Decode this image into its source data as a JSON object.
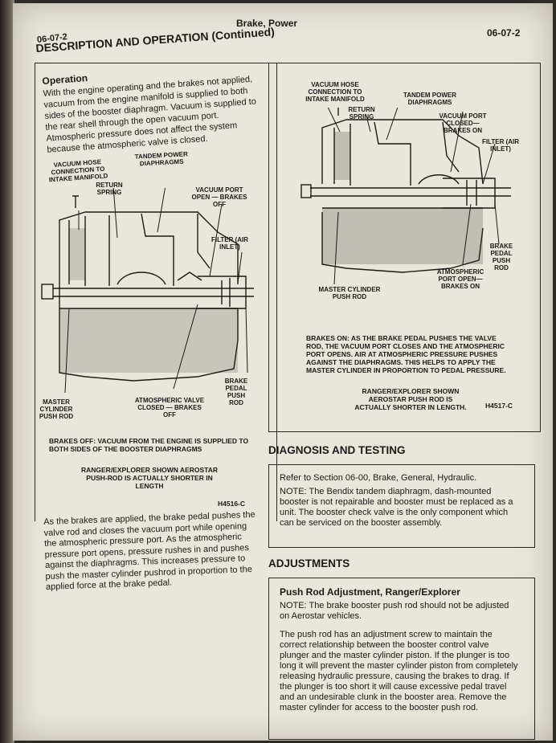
{
  "header": {
    "left": "06-07-2",
    "center": "Brake, Power",
    "right": "06-07-2"
  },
  "section_title": "DESCRIPTION AND OPERATION (Continued)",
  "operation": {
    "heading": "Operation",
    "text": "With the engine operating and the brakes not applied, vacuum from the engine manifold is supplied to both sides of the booster diaphragm. Vacuum is supplied to the rear shell through the open vacuum port. Atmospheric pressure does not affect the system because the atmospheric valve is closed."
  },
  "fig_left": {
    "labels": {
      "vacuum_hose": "VACUUM HOSE CONNECTION TO INTAKE MANIFOLD",
      "tandem": "TANDEM POWER DIAPHRAGMS",
      "return_spring": "RETURN SPRING",
      "vacuum_port": "VACUUM PORT OPEN — BRAKES OFF",
      "filter": "FILTER (AIR INLET)",
      "brake_rod": "BRAKE PEDAL PUSH ROD",
      "atmospheric": "ATMOSPHERIC VALVE CLOSED — BRAKES OFF",
      "master_rod": "MASTER CYLINDER PUSH ROD"
    },
    "caption": "BRAKES OFF: VACUUM FROM THE ENGINE IS SUPPLIED TO BOTH SIDES OF THE BOOSTER DIAPHRAGMS",
    "note": "RANGER/EXPLORER SHOWN AEROSTAR PUSH-ROD IS ACTUALLY SHORTER IN LENGTH",
    "code": "H4516-C"
  },
  "fig_right": {
    "labels": {
      "vacuum_hose": "VACUUM HOSE CONNECTION TO INTAKE MANIFOLD",
      "tandem": "TANDEM POWER DIAPHRAGMS",
      "return_spring": "RETURN SPRING",
      "vacuum_port": "VACUUM PORT CLOSED— BRAKES ON",
      "filter": "FILTER (AIR INLET)",
      "brake_rod": "BRAKE PEDAL PUSH ROD",
      "atmospheric": "ATMOSPHERIC PORT OPEN— BRAKES ON",
      "master_rod": "MASTER CYLINDER PUSH ROD"
    },
    "caption": "BRAKES ON: AS THE BRAKE PEDAL PUSHES THE VALVE ROD, THE VACUUM PORT CLOSES AND THE ATMOSPHERIC PORT OPENS. AIR AT ATMOSPHERIC PRESSURE PUSHES AGAINST THE DIAPHRAGMS. THIS HELPS TO APPLY THE MASTER CYLINDER IN PROPORTION TO PEDAL PRESSURE.",
    "note": "RANGER/EXPLORER SHOWN AEROSTAR PUSH ROD IS ACTUALLY SHORTER IN LENGTH.",
    "code": "H4517-C"
  },
  "applied_paragraph": "As the brakes are applied, the brake pedal pushes the valve rod and closes the vacuum port while opening the atmospheric pressure port. As the atmospheric pressure port opens, pressure rushes in and pushes against the diaphragms. This increases pressure to push the master cylinder pushrod in proportion to the applied force at the brake pedal.",
  "diagnosis": {
    "heading": "DIAGNOSIS AND TESTING",
    "ref": "Refer to Section 06-00, Brake, General, Hydraulic.",
    "note": "NOTE: The Bendix tandem diaphragm, dash-mounted booster is not repairable and booster must be replaced as a unit. The booster check valve is the only component which can be serviced on the booster assembly."
  },
  "adjustments": {
    "heading": "ADJUSTMENTS",
    "subheading": "Push Rod Adjustment, Ranger/Explorer",
    "note": "NOTE: The brake booster push rod should not be adjusted on Aerostar vehicles.",
    "text": "The push rod has an adjustment screw to maintain the correct relationship between the booster control valve plunger and the master cylinder piston. If the plunger is too long it will prevent the master cylinder piston from completely releasing hydraulic pressure, causing the brakes to drag. If the plunger is too short it will cause excessive pedal travel and an undesirable clunk in the booster area. Remove the master cylinder for access to the booster push rod."
  }
}
